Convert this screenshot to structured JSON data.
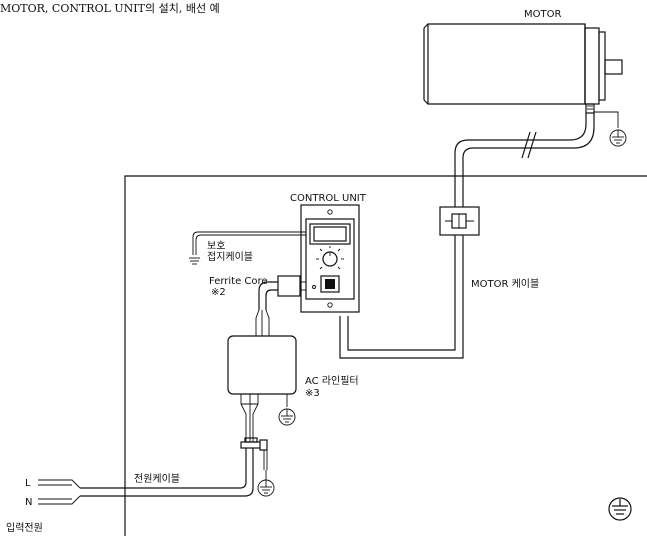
{
  "title": "MOTOR, CONTROL UNIT의 설치, 배선 예",
  "labels": {
    "motor": "MOTOR",
    "control_unit": "CONTROL UNIT",
    "protective_ground_line1": "보호",
    "protective_ground_line2": "접지케이블",
    "ferrite_core": "Ferrite Core",
    "ferrite_note": "※2",
    "motor_cable": "MOTOR 케이블",
    "ac_filter": "AC 라인필터",
    "ac_filter_note": "※3",
    "power_cable": "전원케이블",
    "input_l": "L",
    "input_n": "N",
    "input_power": "입력전원"
  },
  "icons": [
    "ground-symbol",
    "protective-earth-symbol"
  ]
}
